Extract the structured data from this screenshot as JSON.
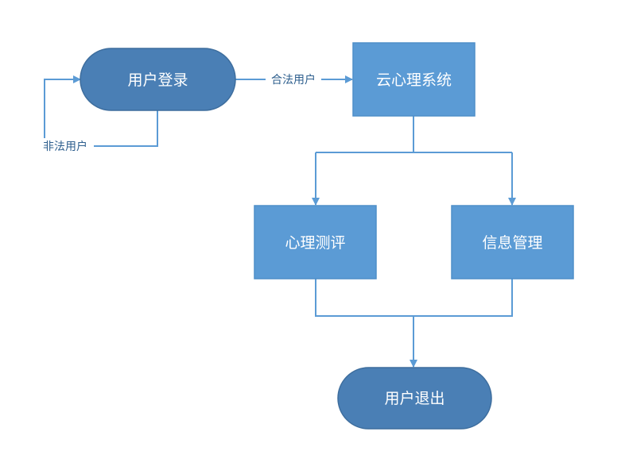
{
  "nodes": {
    "login": {
      "label": "用户登录"
    },
    "system": {
      "label": "云心理系统"
    },
    "assessment": {
      "label": "心理测评"
    },
    "info": {
      "label": "信息管理"
    },
    "logout": {
      "label": "用户退出"
    }
  },
  "edges": {
    "legal": {
      "label": "合法用户"
    },
    "illegal": {
      "label": "非法用户"
    }
  },
  "colors": {
    "terminal_fill": "#4a7fb5",
    "terminal_stroke": "#3d6d9d",
    "process_fill": "#5b9bd5",
    "process_stroke": "#4f8fc9",
    "connector": "#5b9bd5",
    "label_text": "#2e5f8e"
  }
}
